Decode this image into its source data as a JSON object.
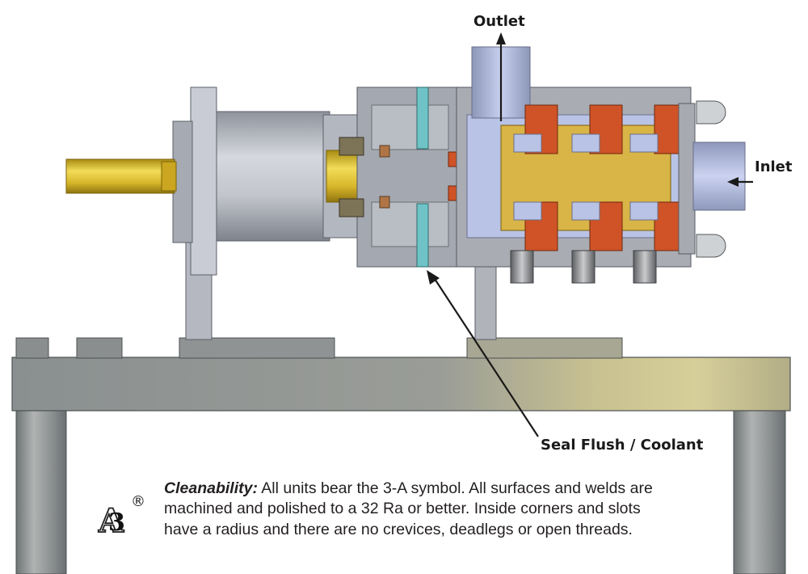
{
  "callouts": {
    "outlet": "Outlet",
    "inlet": "Inlet",
    "seal_flush": "Seal Flush / Coolant"
  },
  "note": {
    "lead": "Cleanability:",
    "line1": " All units bear the 3-A symbol. All surfaces and welds are",
    "line2": "machined and polished to a 32 Ra or better. Inside corners and slots",
    "line3": "have a radius and there are no crevices, deadlegs or open threads."
  },
  "logo": {
    "mark": "3",
    "sub": "A",
    "registered": "®"
  },
  "colors": {
    "frame_gray": "#8c9092",
    "housing_gray": "#a7aab1",
    "housing_blue": "#b9c3e6",
    "shaft_gold": "#d8b52a",
    "seal_red": "#cf5326",
    "bolt_teal": "#6fc3c7"
  }
}
